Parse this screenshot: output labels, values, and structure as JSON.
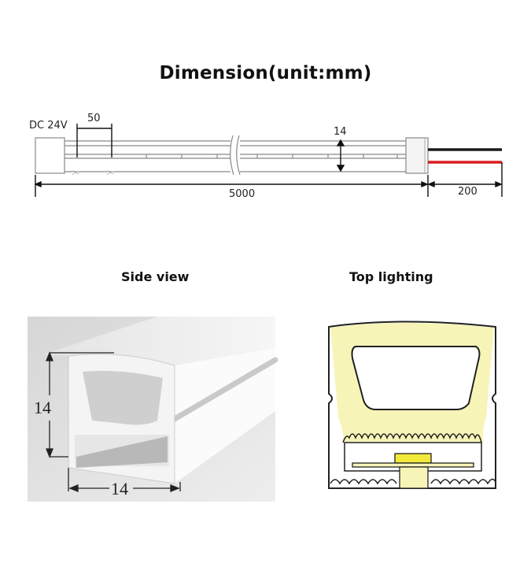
{
  "title": "Dimension(unit:mm)",
  "strip": {
    "voltage_label": "DC 24V",
    "cut_spacing": "50",
    "height": "14",
    "length": "5000",
    "lead_length": "200",
    "wire_colors": {
      "black": "#1a1a1a",
      "red": "#d81e1e"
    },
    "cut_icon": "scissors-icon"
  },
  "side_view": {
    "heading": "Side view",
    "height_label": "14",
    "width_label": "14"
  },
  "top_lighting": {
    "heading": "Top lighting",
    "diffuser_color": "#f7f4b8",
    "led_color": "#f2ea3a"
  }
}
